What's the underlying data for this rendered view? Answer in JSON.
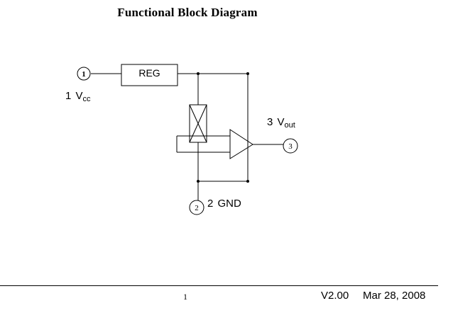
{
  "title": "Functional Block Diagram",
  "regulator": {
    "label": "REG"
  },
  "pins": [
    {
      "number": "1",
      "name": "V",
      "subscript": "cc"
    },
    {
      "number": "2",
      "name": "GND"
    },
    {
      "number": "3",
      "name": "V",
      "subscript": "out"
    }
  ],
  "footer": {
    "page": "1",
    "version": "V2.00",
    "date": "Mar 28, 2008"
  }
}
